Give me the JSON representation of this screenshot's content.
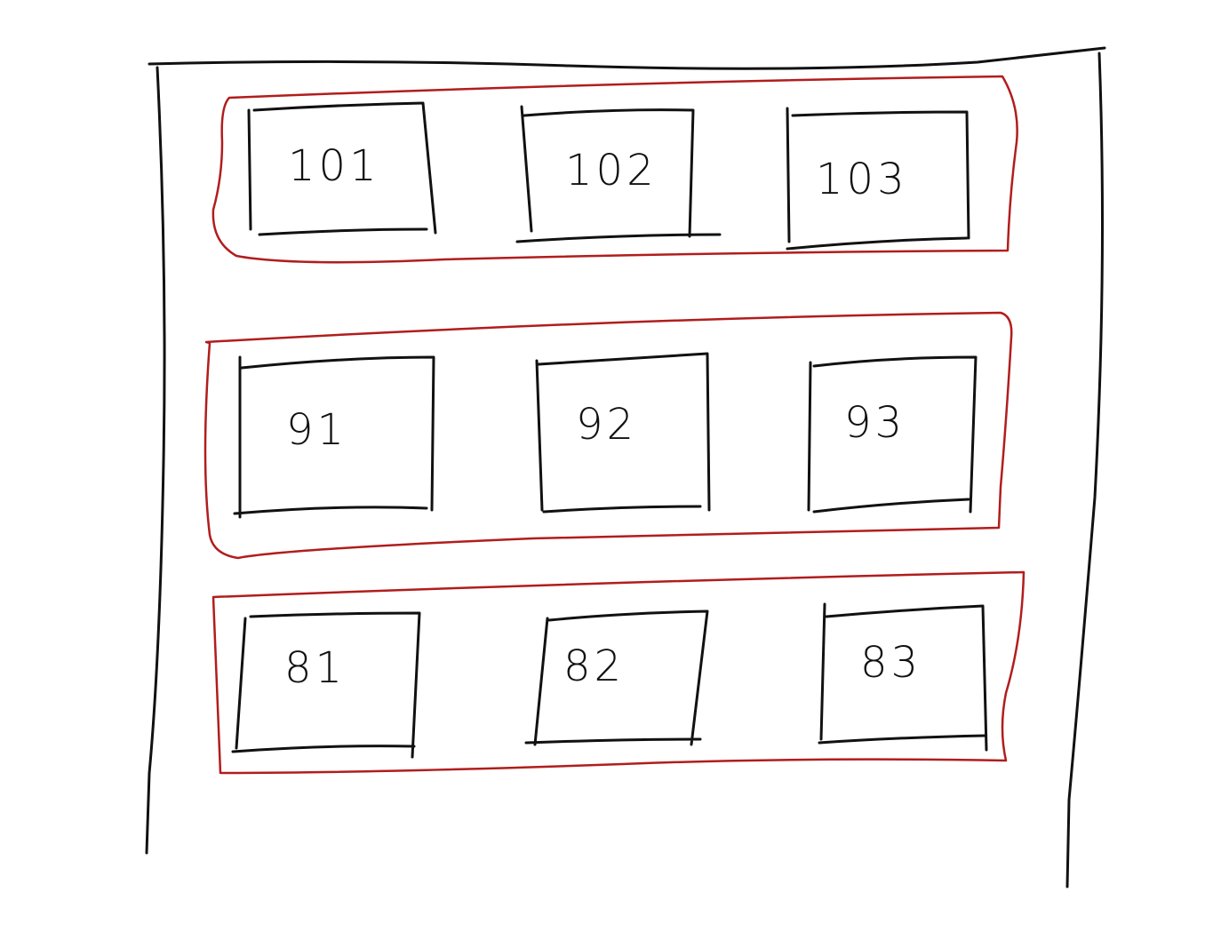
{
  "colors": {
    "outline": "#111111",
    "group_outline": "#b11d1d",
    "background": "#ffffff"
  },
  "rows": [
    {
      "rooms": [
        {
          "label": "101"
        },
        {
          "label": "102"
        },
        {
          "label": "103"
        }
      ]
    },
    {
      "rooms": [
        {
          "label": "91"
        },
        {
          "label": "92"
        },
        {
          "label": "93"
        }
      ]
    },
    {
      "rooms": [
        {
          "label": "81"
        },
        {
          "label": "82"
        },
        {
          "label": "83"
        }
      ]
    }
  ]
}
